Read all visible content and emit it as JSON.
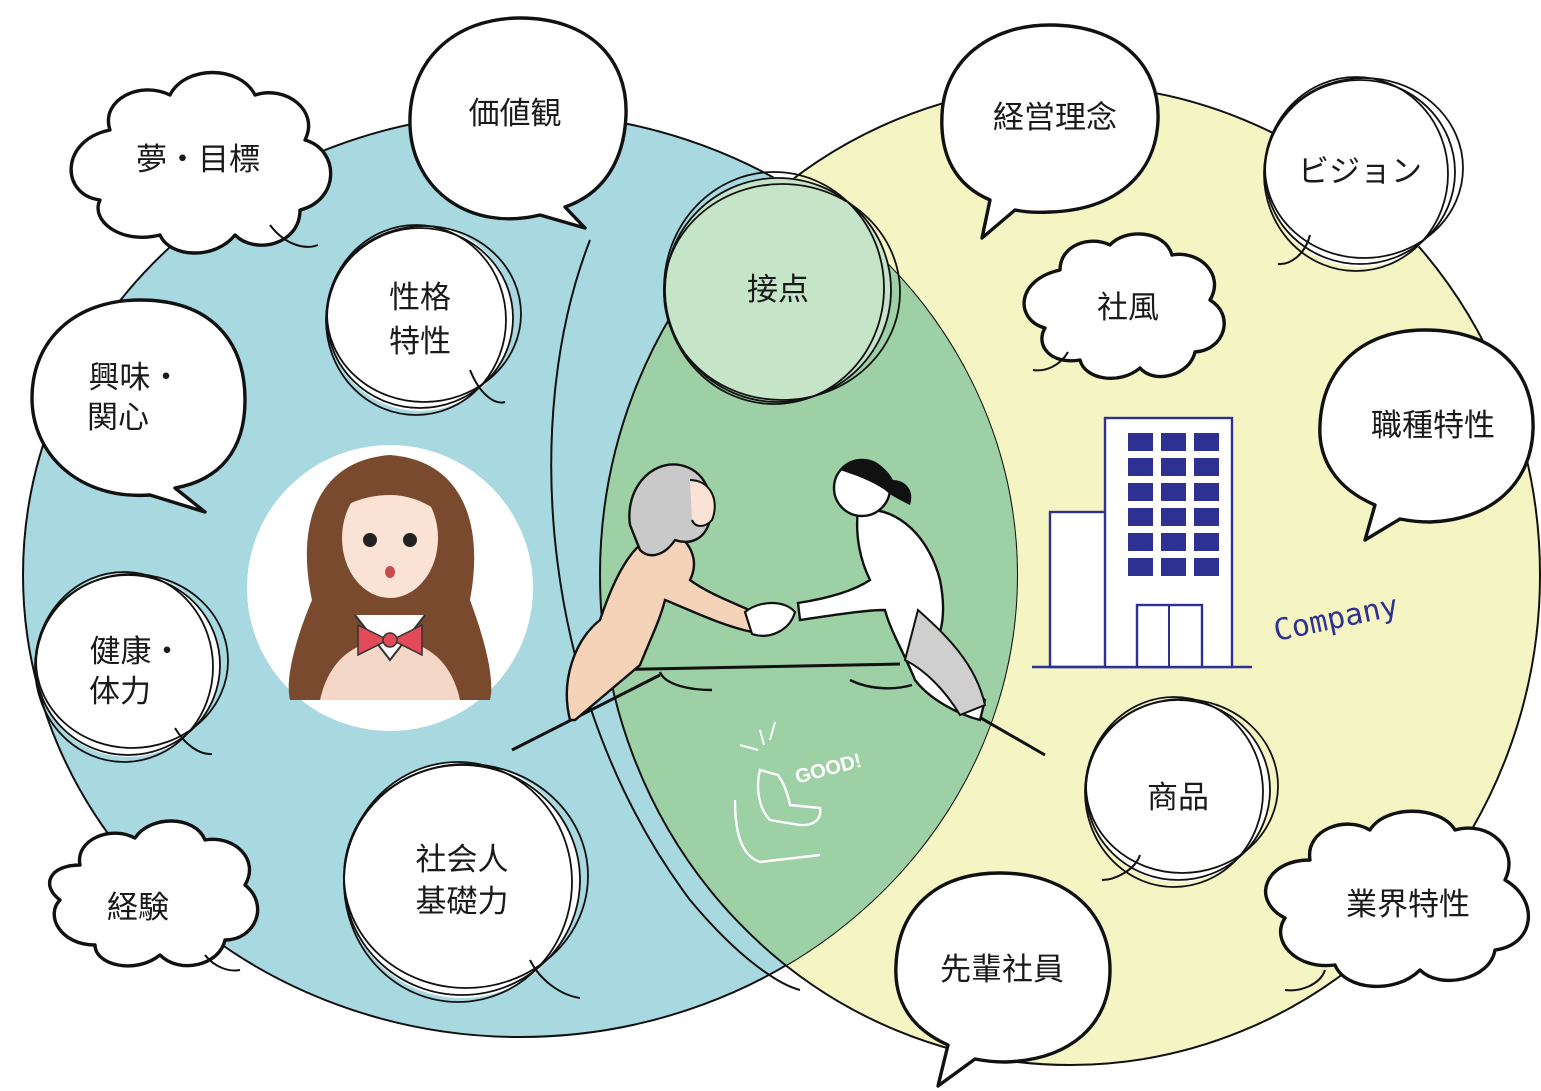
{
  "colors": {
    "left_fill": "#a8d9e0",
    "right_fill": "#f4f5c3",
    "overlap_fill": "#9dd0a4",
    "contact_fill": "#c5e4c8",
    "building_blue": "#2e3192",
    "outline": "#111111"
  },
  "bubbles": {
    "values": "価値観",
    "dream": "夢・目標",
    "personality": [
      "性格",
      "特性"
    ],
    "interest": [
      "興味・",
      "関心"
    ],
    "health": [
      "健康・",
      "体力"
    ],
    "experience": "経験",
    "basic_skills": [
      "社会人",
      "基礎力"
    ],
    "contact": "接点",
    "philosophy": "経営理念",
    "vision": "ビジョン",
    "culture": "社風",
    "job_traits": "職種特性",
    "products": "商品",
    "industry_traits": "業界特性",
    "senior_staff": "先輩社員"
  },
  "illustration": {
    "company_label": "Company",
    "good_label": "GOOD!"
  },
  "icons": [
    "student-avatar-icon",
    "handshake-icon",
    "thumbs-up-icon",
    "building-icon"
  ]
}
